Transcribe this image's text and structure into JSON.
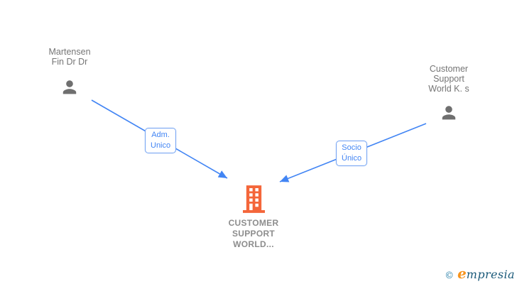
{
  "diagram": {
    "background": "#ffffff",
    "nodes": {
      "person_left": {
        "type": "person",
        "lines": [
          "Martensen",
          "Fin Dr Dr"
        ]
      },
      "person_right": {
        "type": "person",
        "lines": [
          "Customer",
          "Support",
          "World K. s"
        ]
      },
      "company_center": {
        "type": "company",
        "lines": [
          "CUSTOMER",
          "SUPPORT",
          "WORLD..."
        ]
      }
    },
    "edges": [
      {
        "from": "person_left",
        "to": "company_center",
        "label_lines": [
          "Adm.",
          "Unico"
        ]
      },
      {
        "from": "person_right",
        "to": "company_center",
        "label_lines": [
          "Socio",
          "Único"
        ]
      }
    ]
  },
  "watermark": {
    "copyright": "©",
    "brand_initial": "e",
    "brand_rest": "mpresia"
  },
  "colors": {
    "edge": "#4285f4",
    "edge_label_text": "#4285f4",
    "edge_label_border": "#74a3f3",
    "person_icon": "#6f6f6f",
    "person_label": "#757575",
    "company_icon": "#f4663a",
    "company_label": "#8d8d8d",
    "watermark_copyright": "#2980a9",
    "watermark_initial": "#f7941d",
    "watermark_rest": "#1b5a7a"
  }
}
